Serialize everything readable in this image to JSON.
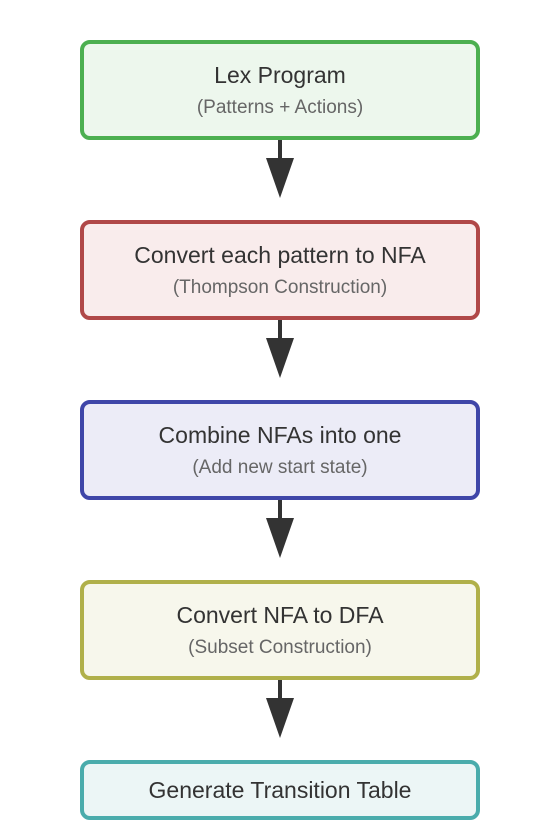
{
  "nodes": [
    {
      "title": "Lex Program",
      "subtitle": "(Patterns + Actions)"
    },
    {
      "title": "Convert each pattern to NFA",
      "subtitle": "(Thompson Construction)"
    },
    {
      "title": "Combine NFAs into one",
      "subtitle": "(Add new start state)"
    },
    {
      "title": "Convert NFA to DFA",
      "subtitle": "(Subset Construction)"
    },
    {
      "title": "Generate Transition Table"
    }
  ],
  "colors": {
    "arrow": "#333333",
    "node_1_border": "#4caf50",
    "node_2_border": "#b04848",
    "node_3_border": "#3f46a8",
    "node_4_border": "#b0b04a",
    "node_5_border": "#4aacac"
  }
}
